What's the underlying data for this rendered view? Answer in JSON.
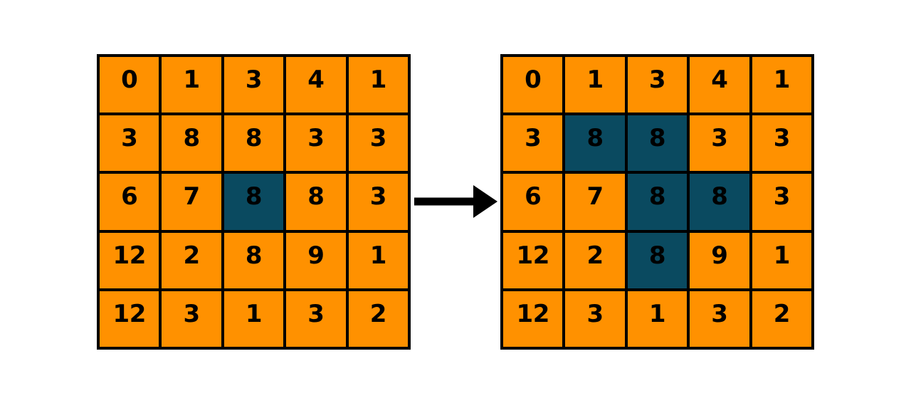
{
  "diagram": {
    "title": "grid-flood-fill-transformation",
    "background_color": "#FFFFFF",
    "colors": {
      "cell_default": "#FF9100",
      "cell_highlighted": "#0A4A60",
      "grid_line": "#000000",
      "text": "#000000",
      "arrow": "#000000"
    }
  },
  "grids": [
    {
      "id": "before",
      "name": "grid-before",
      "rows": 5,
      "cols": 5,
      "values": [
        [
          0,
          1,
          3,
          4,
          1
        ],
        [
          3,
          8,
          8,
          3,
          3
        ],
        [
          6,
          7,
          8,
          8,
          3
        ],
        [
          12,
          2,
          8,
          9,
          1
        ],
        [
          12,
          3,
          1,
          3,
          2
        ]
      ],
      "highlighted": [
        [
          false,
          false,
          false,
          false,
          false
        ],
        [
          false,
          false,
          false,
          false,
          false
        ],
        [
          false,
          false,
          true,
          false,
          false
        ],
        [
          false,
          false,
          false,
          false,
          false
        ],
        [
          false,
          false,
          false,
          false,
          false
        ]
      ]
    },
    {
      "id": "after",
      "name": "grid-after",
      "rows": 5,
      "cols": 5,
      "values": [
        [
          0,
          1,
          3,
          4,
          1
        ],
        [
          3,
          8,
          8,
          3,
          3
        ],
        [
          6,
          7,
          8,
          8,
          3
        ],
        [
          12,
          2,
          8,
          9,
          1
        ],
        [
          12,
          3,
          1,
          3,
          2
        ]
      ],
      "highlighted": [
        [
          false,
          false,
          false,
          false,
          false
        ],
        [
          false,
          true,
          true,
          false,
          false
        ],
        [
          false,
          false,
          true,
          true,
          false
        ],
        [
          false,
          false,
          true,
          false,
          false
        ],
        [
          false,
          false,
          false,
          false,
          false
        ]
      ]
    }
  ],
  "arrow": {
    "name": "right-arrow-icon",
    "direction": "right",
    "color": "#000000"
  }
}
